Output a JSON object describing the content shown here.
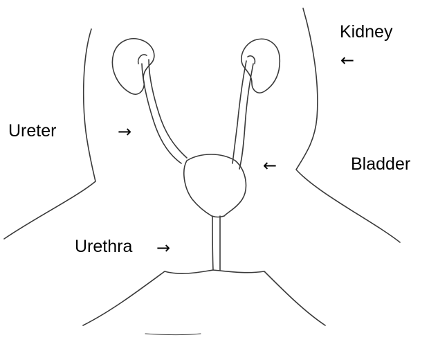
{
  "labels": {
    "kidney": "Kidney",
    "ureter": "Ureter",
    "bladder": "Bladder",
    "urethra": "Urethra"
  },
  "arrows": {
    "kidney": "←",
    "ureter": "→",
    "bladder": "←",
    "urethra": "→"
  },
  "colors": {
    "stroke": "#3a3a3a",
    "text": "#000000",
    "background": "#ffffff"
  }
}
